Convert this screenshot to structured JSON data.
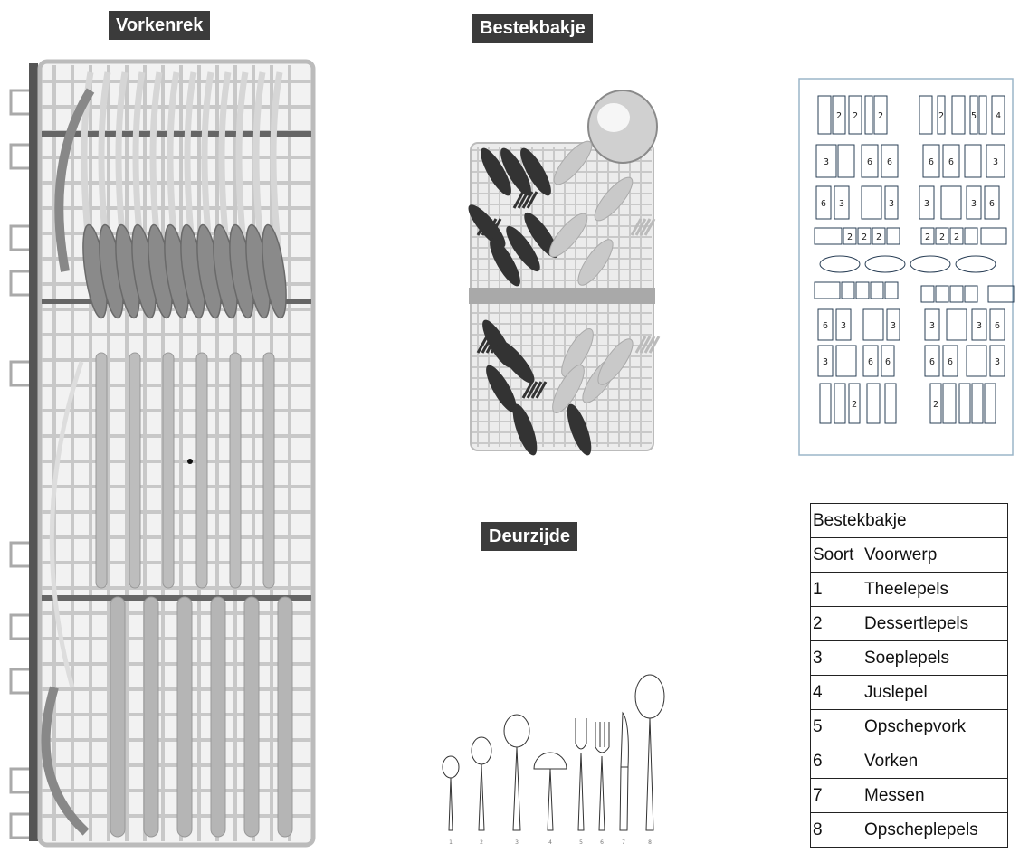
{
  "labels": {
    "vorkenrek": "Vorkenrek",
    "bestekbakje": "Bestekbakje",
    "deurzijde": "Deurzijde"
  },
  "layout_grid": {
    "rows": [
      [
        "",
        "2",
        "2",
        "",
        "2",
        "",
        "2",
        "",
        "5",
        "",
        "4"
      ],
      [
        "3",
        "",
        "6",
        "6",
        "",
        "6",
        "6",
        "",
        "3"
      ],
      [
        "6",
        "3",
        "",
        "3",
        "",
        "3",
        "",
        "3",
        "6"
      ],
      [
        "",
        "2",
        "2",
        "2",
        "",
        "2",
        "2",
        "2",
        "",
        ""
      ],
      [
        "",
        "",
        "",
        "",
        "",
        "",
        "",
        "",
        "",
        ""
      ],
      [
        "6",
        "3",
        "",
        "3",
        "",
        "3",
        "",
        "3",
        "6"
      ],
      [
        "3",
        "",
        "6",
        "6",
        "",
        "6",
        "6",
        "",
        "3"
      ],
      [
        "",
        "",
        "2",
        "",
        "",
        "2",
        "",
        "",
        ""
      ]
    ]
  },
  "utensil_numbers": [
    "1",
    "2",
    "3",
    "4",
    "5",
    "6",
    "7",
    "8"
  ],
  "legend": {
    "title": "Bestekbakje",
    "header": {
      "soort": "Soort",
      "voorwerp": "Voorwerp"
    },
    "rows": [
      {
        "soort": "1",
        "voorwerp": "Theelepels"
      },
      {
        "soort": "2",
        "voorwerp": "Dessertlepels"
      },
      {
        "soort": "3",
        "voorwerp": "Soeplepels"
      },
      {
        "soort": "4",
        "voorwerp": " Juslepel"
      },
      {
        "soort": "5",
        "voorwerp": "Opschepvork"
      },
      {
        "soort": "6",
        "voorwerp": "Vorken"
      },
      {
        "soort": "7",
        "voorwerp": "Messen"
      },
      {
        "soort": "8",
        "voorwerp": "Opscheplepels"
      }
    ]
  }
}
